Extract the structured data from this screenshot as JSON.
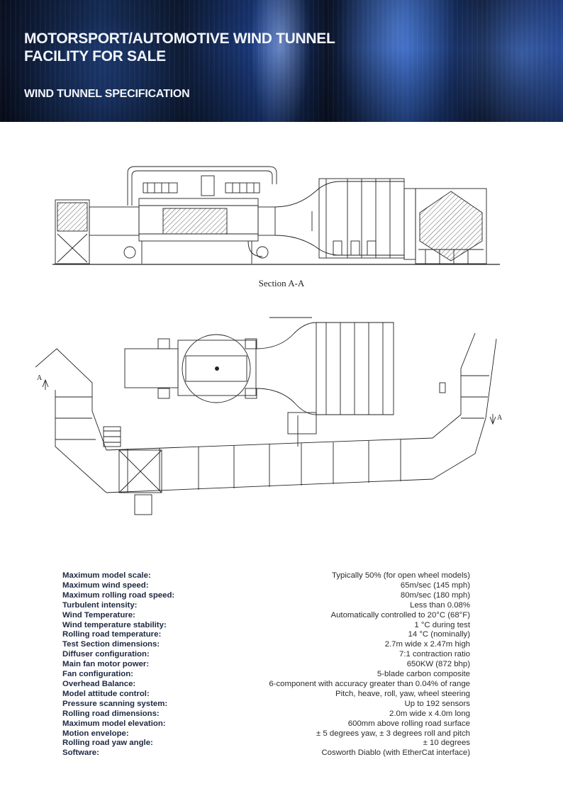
{
  "header": {
    "title_line1": "MOTORSPORT/AUTOMOTIVE WIND TUNNEL",
    "title_line2": "FACILITY FOR SALE",
    "subtitle": "WIND TUNNEL SPECIFICATION"
  },
  "drawing": {
    "section_label": "Section A-A",
    "marker_left": "A",
    "marker_right": "A"
  },
  "specs": [
    {
      "label": "Maximum model scale:",
      "value": "Typically 50% (for open wheel models)"
    },
    {
      "label": "Maximum wind speed:",
      "value": "65m/sec (145 mph)"
    },
    {
      "label": "Maximum rolling road speed:",
      "value": "80m/sec (180 mph)"
    },
    {
      "label": "Turbulent intensity:",
      "value": "Less than 0.08%"
    },
    {
      "label": "Wind Temperature:",
      "value": "Automatically controlled to 20°C (68°F)"
    },
    {
      "label": "Wind temperature stability:",
      "value": "1 °C during test"
    },
    {
      "label": "Rolling road temperature:",
      "value": "14 °C (nominally)"
    },
    {
      "label": "Test Section dimensions:",
      "value": "2.7m wide x 2.47m high"
    },
    {
      "label": "Diffuser configuration:",
      "value": "7:1 contraction ratio"
    },
    {
      "label": "Main fan motor power:",
      "value": "650KW (872 bhp)"
    },
    {
      "label": "Fan configuration:",
      "value": "5-blade carbon composite"
    },
    {
      "label": "Overhead Balance:",
      "value": "6-component with accuracy greater than 0.04% of range"
    },
    {
      "label": "Model attitude control:",
      "value": "Pitch, heave, roll, yaw, wheel steering"
    },
    {
      "label": "Pressure scanning system:",
      "value": "Up to 192 sensors"
    },
    {
      "label": "Rolling road dimensions:",
      "value": "2.0m wide x 4.0m long"
    },
    {
      "label": "Maximum model elevation:",
      "value": "600mm above rolling road surface"
    },
    {
      "label": "Motion envelope:",
      "value": "± 5 degrees yaw, ± 3 degrees roll and pitch"
    },
    {
      "label": "Rolling road yaw angle:",
      "value": "± 10 degrees"
    },
    {
      "label": "Software:",
      "value": "Cosworth Diablo (with EtherCat interface)"
    }
  ]
}
